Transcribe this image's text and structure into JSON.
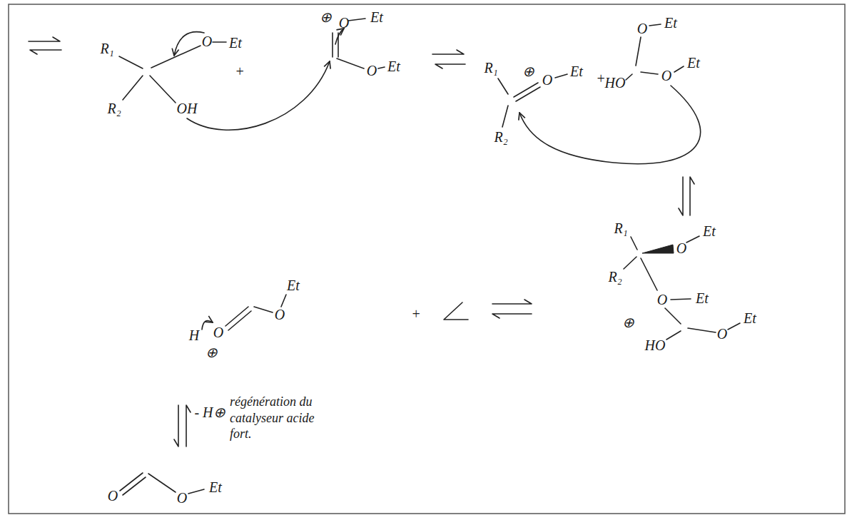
{
  "diagram": {
    "labels": [
      "R₁",
      "O",
      "Et",
      "R₂",
      "OH",
      "+",
      "⊕",
      "O",
      "Et",
      "O",
      "Et",
      "R₁",
      "⊕",
      "O",
      "Et",
      "R₂",
      "+",
      "HO",
      "O",
      "Et",
      "O",
      "Et",
      "R₁",
      "O",
      "Et",
      "R₂",
      "O",
      "Et",
      "⊕",
      "O",
      "Et",
      "HO",
      "H",
      "O",
      "⊕",
      "O",
      "Et",
      "+",
      "- H⊕",
      "régénération du catalyseur acide fort.",
      "O",
      "O",
      "Et"
    ]
  }
}
